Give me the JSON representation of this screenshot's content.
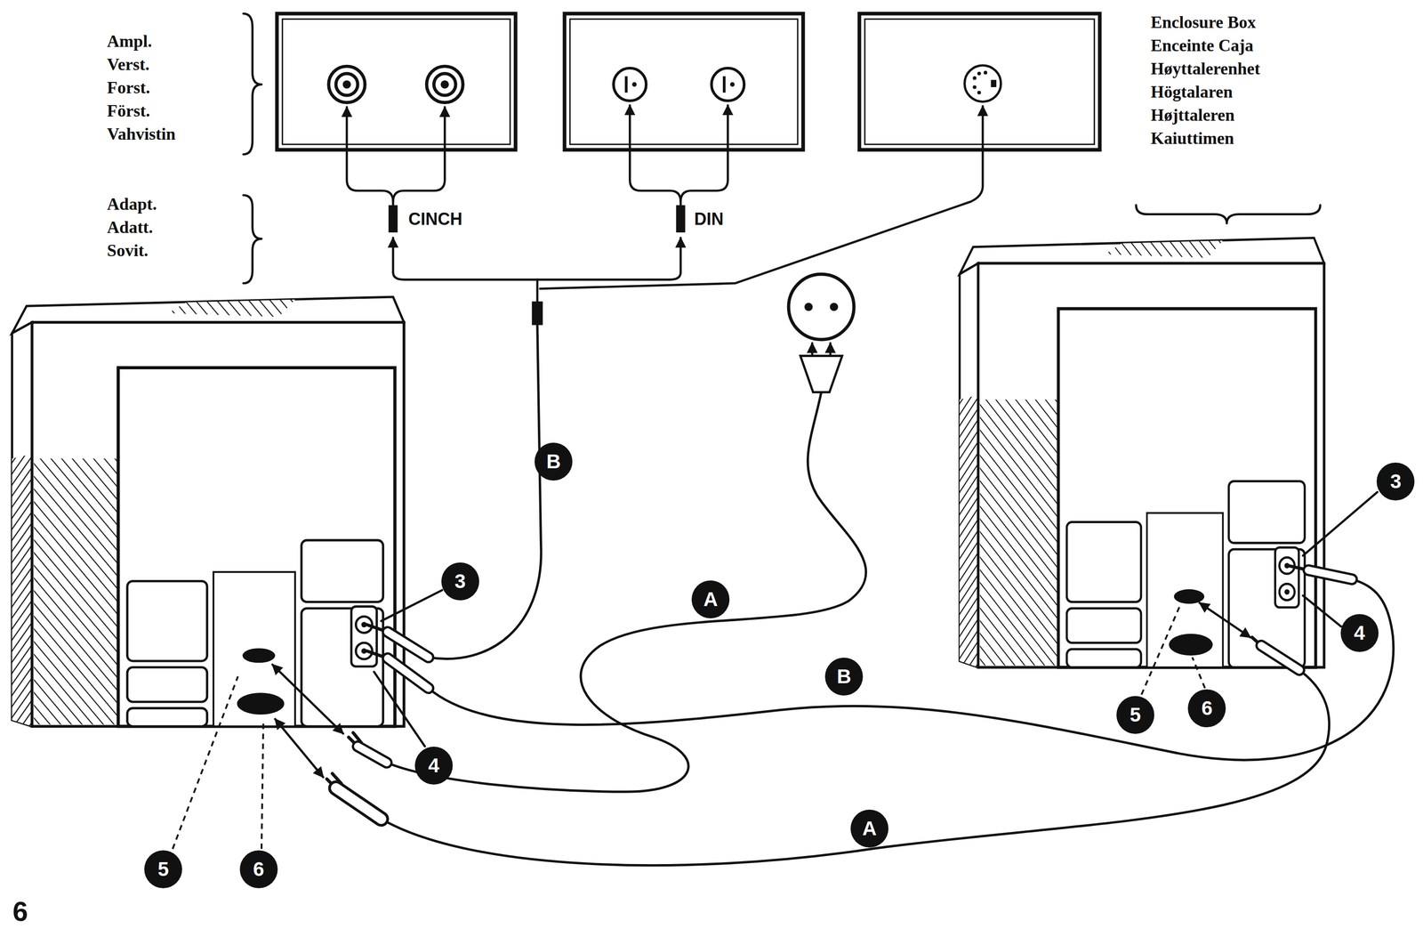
{
  "diagram": {
    "labels": [
      "Ampl. Verst. Forst. Först. Vahvistin",
      "Adapt. Adatt. Sovit.",
      "CINCH",
      "DIN",
      "Enclosure Box Enceinte Caja Høyttalerenhet Högtalaren Højttaleren Kaiuttimen",
      "B",
      "3",
      "A",
      "B",
      "4",
      "A",
      "5",
      "6",
      "3",
      "4",
      "5",
      "6",
      "6"
    ]
  }
}
